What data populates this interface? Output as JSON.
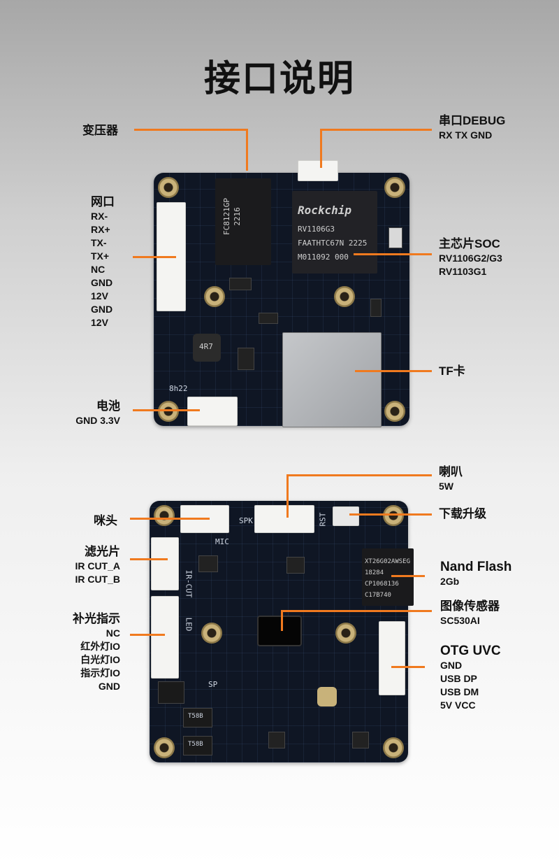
{
  "title": "接口说明",
  "top_board": {
    "labels": {
      "transformer": {
        "heading": "变压器"
      },
      "network": {
        "heading": "网口",
        "pins": [
          "RX-",
          "RX+",
          "TX-",
          "TX+",
          "NC",
          "GND",
          "12V",
          "GND",
          "12V"
        ]
      },
      "battery": {
        "heading": "电池",
        "sub": "GND  3.3V"
      },
      "debug": {
        "heading": "串口DEBUG",
        "sub": "RX TX GND"
      },
      "soc": {
        "heading": "主芯片SOC",
        "lines": [
          "RV1106G2/G3",
          "RV1103G1"
        ]
      },
      "tf": {
        "heading": "TF卡"
      }
    },
    "silkscreen": {
      "rockchip": "Rockchip",
      "soc_lines": [
        "RV1106G3",
        "FAATHTC67N 2225",
        "M011092 000"
      ],
      "transformer_lines": [
        "FC8121GP",
        "2216"
      ],
      "inductor": "4R7",
      "date": "8h22"
    }
  },
  "bottom_board": {
    "labels": {
      "speaker": {
        "heading": "喇叭",
        "sub": "5W"
      },
      "mic": {
        "heading": "咪头"
      },
      "upgrade": {
        "heading": "下载升级"
      },
      "filter": {
        "heading": "滤光片",
        "lines": [
          "IR CUT_A",
          "IR CUT_B"
        ]
      },
      "nand": {
        "heading": "Nand Flash",
        "sub": "2Gb"
      },
      "sensor": {
        "heading": "图像传感器",
        "sub": "SC530AI"
      },
      "fill_light": {
        "heading": "补光指示",
        "lines": [
          "NC",
          "红外灯IO",
          "白光灯IO",
          "指示灯IO",
          "GND"
        ]
      },
      "otg": {
        "heading": "OTG UVC",
        "lines": [
          "GND",
          "USB DP",
          "USB DM",
          "5V VCC"
        ]
      }
    },
    "silkscreen": {
      "spk": "SPK",
      "rst": "RST",
      "mic": "MIC",
      "ircut": "IR-CUT",
      "led": "LED",
      "nand_lines": [
        "XT26G02AWSEG",
        "18284",
        "CP1068136",
        "C17B740"
      ],
      "diode": "T58B",
      "sp": "SP"
    }
  }
}
